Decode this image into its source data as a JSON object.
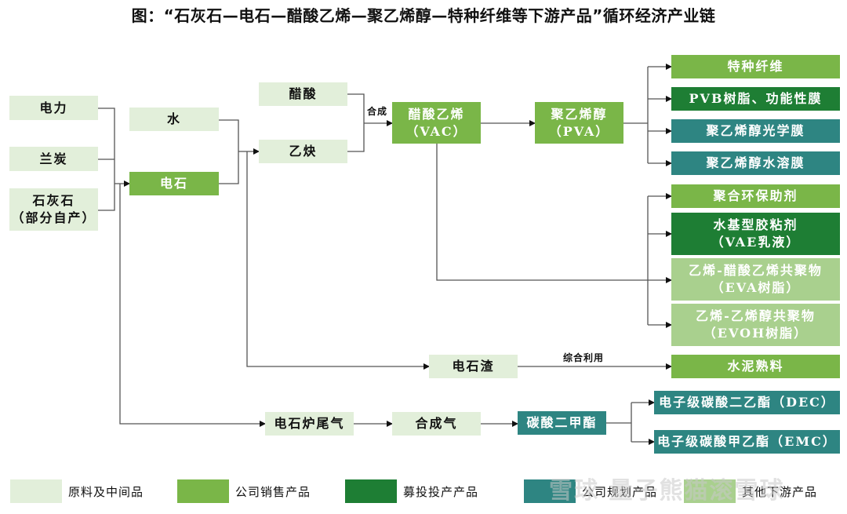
{
  "title": "图：“石灰石—电石—醋酸乙烯—聚乙烯醇—特种纤维等下游产品”循环经济产业链",
  "colors": {
    "raw": "#e2efda",
    "sale": "#7ab648",
    "fund": "#1e7e34",
    "plan": "#2e8582",
    "other": "#a9d08e",
    "line": "#555555"
  },
  "nodes": {
    "power": {
      "lines": [
        "电力"
      ],
      "category": "raw"
    },
    "semi_coke": {
      "lines": [
        "兰炭"
      ],
      "category": "raw"
    },
    "limestone": {
      "lines": [
        "石灰石",
        "（部分自产）"
      ],
      "category": "raw"
    },
    "water": {
      "lines": [
        "水"
      ],
      "category": "raw"
    },
    "calcium_carbide": {
      "lines": [
        "电石"
      ],
      "category": "sale"
    },
    "acetic_acid": {
      "lines": [
        "醋酸"
      ],
      "category": "raw"
    },
    "acetylene": {
      "lines": [
        "乙炔"
      ],
      "category": "raw"
    },
    "vac": {
      "lines": [
        "醋酸乙烯",
        "（VAC）"
      ],
      "category": "sale"
    },
    "pva": {
      "lines": [
        "聚乙烯醇",
        "（PVA）"
      ],
      "category": "sale"
    },
    "special_fiber": {
      "lines": [
        "特种纤维"
      ],
      "category": "sale"
    },
    "pvb": {
      "lines": [
        "PVB树脂、功能性膜"
      ],
      "category": "fund"
    },
    "pva_optical_film": {
      "lines": [
        "聚乙烯醇光学膜"
      ],
      "category": "plan"
    },
    "pva_water_soluble_film": {
      "lines": [
        "聚乙烯醇水溶膜"
      ],
      "category": "plan"
    },
    "polymer_additive": {
      "lines": [
        "聚合环保助剂"
      ],
      "category": "sale"
    },
    "vae": {
      "lines": [
        "水基型胶粘剂",
        "（VAE乳液）"
      ],
      "category": "fund"
    },
    "eva": {
      "lines": [
        "乙烯-醋酸乙烯共聚物",
        "（EVA树脂）"
      ],
      "category": "other"
    },
    "evoh": {
      "lines": [
        "乙烯-乙烯醇共聚物",
        "（EVOH树脂）"
      ],
      "category": "other"
    },
    "carbide_slag": {
      "lines": [
        "电石渣"
      ],
      "category": "raw"
    },
    "cement_clinker": {
      "lines": [
        "水泥熟料"
      ],
      "category": "sale"
    },
    "furnace_tail_gas": {
      "lines": [
        "电石炉尾气"
      ],
      "category": "raw"
    },
    "syngas": {
      "lines": [
        "合成气"
      ],
      "category": "raw"
    },
    "dmc": {
      "lines": [
        "碳酸二甲酯"
      ],
      "category": "plan"
    },
    "dec": {
      "lines": [
        "电子级碳酸二乙酯（DEC）"
      ],
      "category": "plan"
    },
    "emc": {
      "lines": [
        "电子级碳酸甲乙酯（EMC）"
      ],
      "category": "plan"
    }
  },
  "edges": [
    {
      "from": [
        "power",
        "semi_coke",
        "limestone"
      ],
      "to": [
        "calcium_carbide"
      ]
    },
    {
      "from": [
        "water",
        "calcium_carbide"
      ],
      "to": [
        "acetylene"
      ]
    },
    {
      "from": [
        "acetic_acid",
        "acetylene"
      ],
      "to": [
        "vac"
      ],
      "label": "合成"
    },
    {
      "from": [
        "vac"
      ],
      "to": [
        "pva"
      ]
    },
    {
      "from": [
        "pva"
      ],
      "to": [
        "special_fiber",
        "pvb",
        "pva_optical_film",
        "pva_water_soluble_film"
      ]
    },
    {
      "from": [
        "vac"
      ],
      "to": [
        "polymer_additive",
        "vae",
        "eva",
        "evoh"
      ]
    },
    {
      "from": [
        "calcium_carbide"
      ],
      "to": [
        "carbide_slag"
      ]
    },
    {
      "from": [
        "carbide_slag"
      ],
      "to": [
        "cement_clinker"
      ],
      "label": "综合利用"
    },
    {
      "from": [
        "calcium_carbide"
      ],
      "to": [
        "furnace_tail_gas"
      ]
    },
    {
      "from": [
        "furnace_tail_gas"
      ],
      "to": [
        "syngas"
      ]
    },
    {
      "from": [
        "syngas"
      ],
      "to": [
        "dmc"
      ]
    },
    {
      "from": [
        "dmc"
      ],
      "to": [
        "dec",
        "emc"
      ]
    }
  ],
  "edge_labels": {
    "synthesis": "合成",
    "comprehensive_use": "综合利用"
  },
  "legend": [
    {
      "label": "原料及中间品",
      "category": "raw"
    },
    {
      "label": "公司销售产品",
      "category": "sale"
    },
    {
      "label": "募投投产产品",
      "category": "fund"
    },
    {
      "label": "公司规划产品",
      "category": "plan"
    },
    {
      "label": "其他下游产品",
      "category": "other"
    }
  ],
  "watermark": "雪球 量子熊猫滚雪球"
}
